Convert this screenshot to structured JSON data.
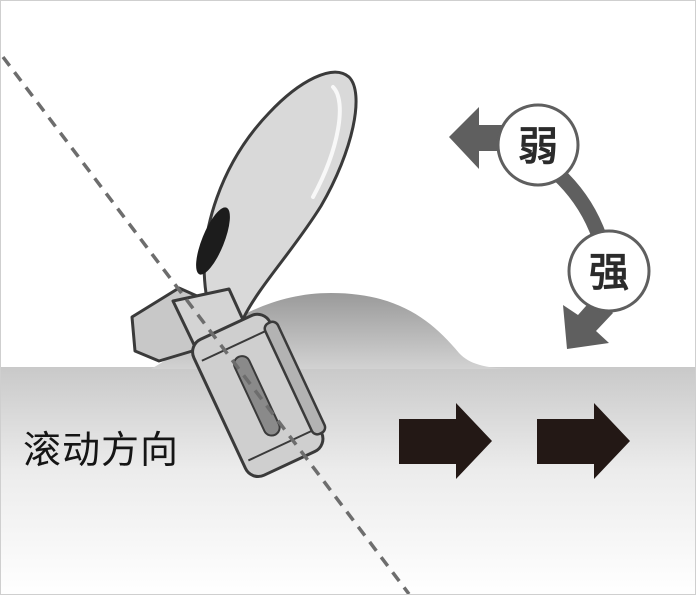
{
  "labels": {
    "rolling_direction": "滚动方向",
    "weak": "弱",
    "strong": "强"
  },
  "colors": {
    "tool_fill": "#d7d7d7",
    "tool_outline": "#3a3a3a",
    "arrow_dark": "#231815",
    "arc_arrow": "#5f5f5f",
    "dashed_axis": "#6d6d6d"
  },
  "icons": {
    "tool": "roller-tool-icon",
    "forward_arrows": "right-arrow-icon",
    "adjust_arrow": "curved-arrow-icon"
  }
}
